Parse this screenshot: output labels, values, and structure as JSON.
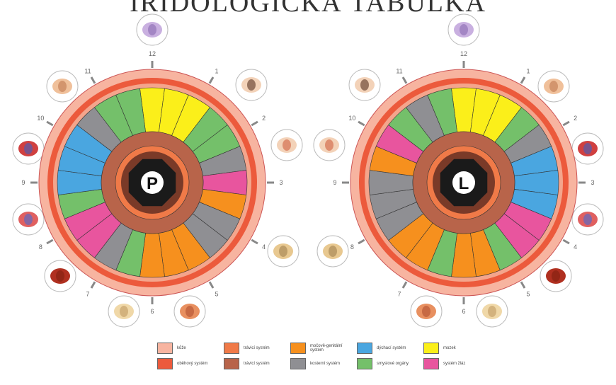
{
  "title": "IRIDOLOGICKÁ TABULKA",
  "colors": {
    "skin": "#f7b4a0",
    "circulatory": "#ec5a3c",
    "digestive_a": "#f07a48",
    "digestive_b": "#b8644a",
    "urogenital": "#f6901e",
    "skeletal": "#8f8f93",
    "respiratory": "#4aa6e0",
    "sensory": "#74c06a",
    "brain": "#fbef1a",
    "glands": "#e8559e"
  },
  "wheels": [
    {
      "id": "right-eye",
      "letter": "P",
      "sectors": [
        "brain",
        "brain",
        "brain",
        "sensory",
        "sensory",
        "skeletal",
        "glands",
        "urogenital",
        "skeletal",
        "skeletal",
        "urogenital",
        "urogenital",
        "urogenital",
        "sensory",
        "skeletal",
        "glands",
        "glands",
        "sensory",
        "respiratory",
        "respiratory",
        "respiratory",
        "skeletal",
        "sensory",
        "sensory"
      ]
    },
    {
      "id": "left-eye",
      "letter": "L",
      "sectors": [
        "brain",
        "brain",
        "brain",
        "sensory",
        "skeletal",
        "respiratory",
        "respiratory",
        "respiratory",
        "glands",
        "glands",
        "sensory",
        "urogenital",
        "urogenital",
        "sensory",
        "urogenital",
        "urogenital",
        "skeletal",
        "skeletal",
        "skeletal",
        "urogenital",
        "glands",
        "sensory",
        "skeletal",
        "sensory"
      ]
    }
  ],
  "clock_numbers": [
    "12",
    "1",
    "2",
    "3",
    "4",
    "5",
    "6",
    "7",
    "8",
    "9",
    "10",
    "11"
  ],
  "legend": [
    {
      "label": "kůže",
      "color": "#f7b4a0"
    },
    {
      "label": "trávicí systém",
      "color": "#f07a48"
    },
    {
      "label": "močově-genitální systém",
      "color": "#f6901e"
    },
    {
      "label": "dýchací systém",
      "color": "#4aa6e0"
    },
    {
      "label": "mozek",
      "color": "#fbef1a"
    },
    {
      "label": "oběhový systém",
      "color": "#ec5a3c"
    },
    {
      "label": "trávicí systém",
      "color": "#b8644a"
    },
    {
      "label": "kosterní systém",
      "color": "#8f8f93"
    },
    {
      "label": "smyslové orgány",
      "color": "#74c06a"
    },
    {
      "label": "systém žláz",
      "color": "#e8559e"
    }
  ],
  "icons": {
    "left": [
      "brain-icon",
      "face-icon",
      "throat-icon",
      "spine-icon",
      "kidney-icon",
      "pelvis-icon",
      "liver-icon",
      "lungs-icon",
      "heart-icon",
      "ear-icon"
    ],
    "right": [
      "brain-icon",
      "ear-icon",
      "heart-icon",
      "lungs-icon",
      "liver-icon",
      "pelvis-icon",
      "kidney-icon",
      "spine-icon",
      "throat-icon",
      "face-icon"
    ]
  }
}
